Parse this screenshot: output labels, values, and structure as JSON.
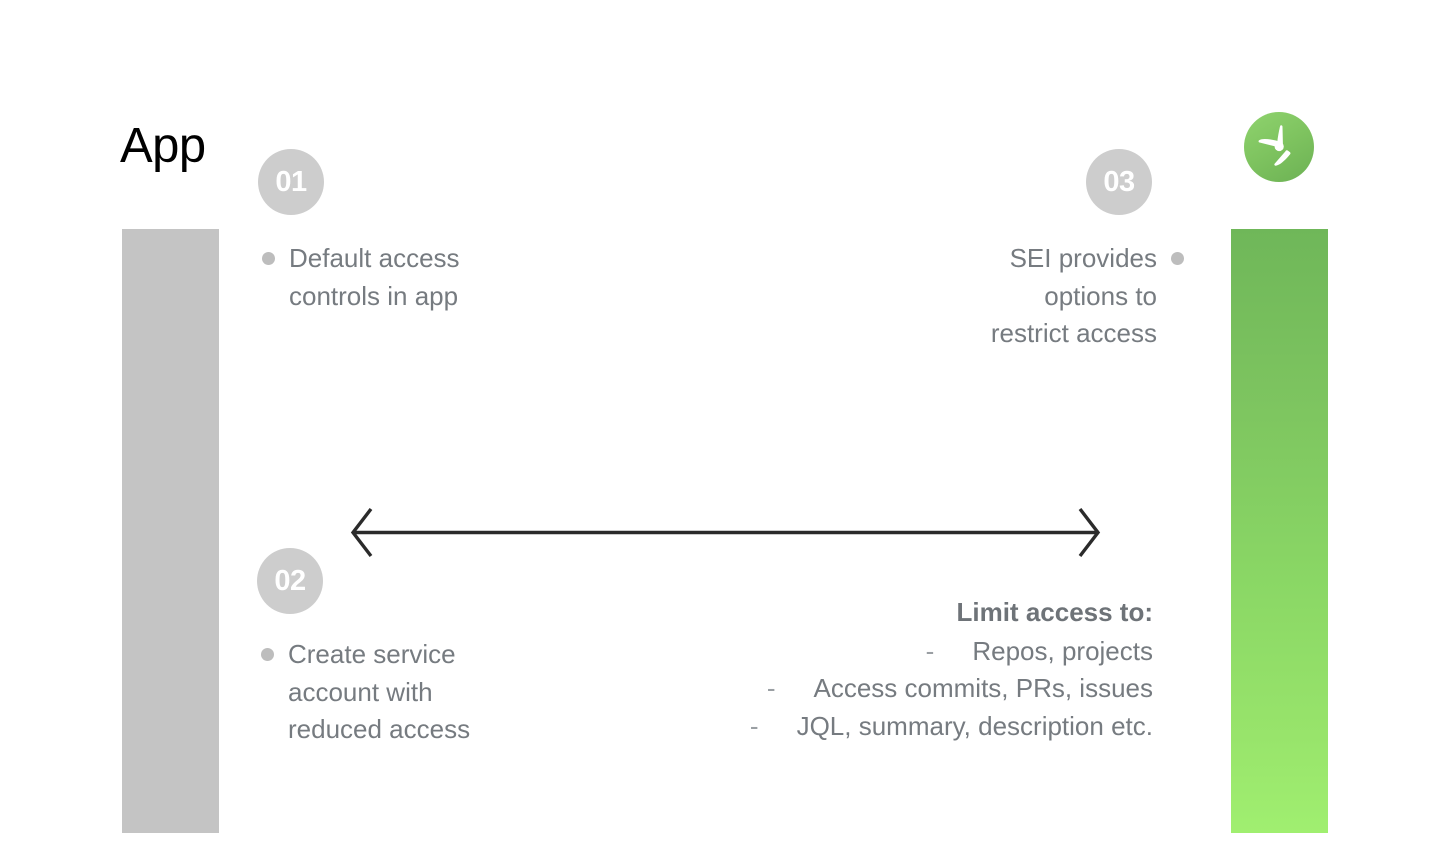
{
  "page": {
    "title": "App",
    "background_color": "#ffffff"
  },
  "colors": {
    "bar_gray": "#c4c4c4",
    "bar_green_top": "#6fb759",
    "bar_green_bottom": "#a0ef70",
    "badge_bg": "#cdcdcd",
    "badge_text": "#ffffff",
    "body_text": "#767b80",
    "bullet_dot": "#bdbdbd",
    "arrow": "#2b2b2b",
    "logo_green": "#7ec35f"
  },
  "logo": {
    "name": "harness-propeller-logo",
    "alt": "Green circular logo with white three-blade propeller"
  },
  "bars": {
    "left": {
      "name": "gray-column-bar",
      "label": ""
    },
    "right": {
      "name": "green-gradient-column-bar",
      "label": ""
    }
  },
  "steps": [
    {
      "number": "01",
      "align": "left",
      "text": "Default access\ncontrols in app"
    },
    {
      "number": "02",
      "align": "left",
      "text": "Create service\naccount with\nreduced access"
    },
    {
      "number": "03",
      "align": "right",
      "text": "SEI provides\noptions to\nrestrict access"
    }
  ],
  "arrow": {
    "name": "double-headed-arrow",
    "direction": "bidirectional",
    "label": ""
  },
  "limit_access": {
    "title": "Limit access to:",
    "dash": "-",
    "items": [
      "Repos, projects",
      "Access commits, PRs, issues",
      "JQL, summary, description etc."
    ]
  }
}
